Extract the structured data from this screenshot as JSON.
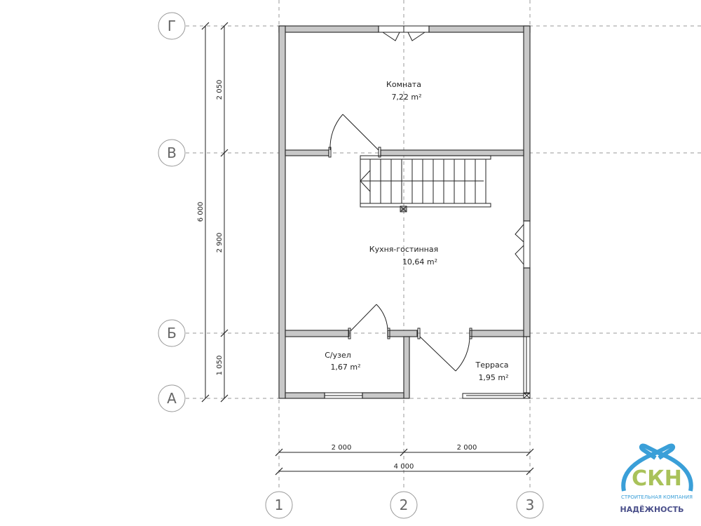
{
  "rooms": [
    {
      "name": "Комната",
      "area": "7,22 m²"
    },
    {
      "name": "Кухня-гостинная",
      "area": "10,64 m²"
    },
    {
      "name": "С/узел",
      "area": "1,67 m²"
    },
    {
      "name": "Терраса",
      "area": "1,95 m²"
    }
  ],
  "axes_letters": [
    "Г",
    "В",
    "Б",
    "А"
  ],
  "axes_numbers": [
    "1",
    "2",
    "3"
  ],
  "dimensions": {
    "vertical_total": "6 000",
    "vertical_segments": [
      "2 050",
      "2 900",
      "1 050"
    ],
    "horizontal_segments": [
      "2 000",
      "2 000"
    ],
    "horizontal_total": "4 000"
  },
  "logo": {
    "letters": "СКН",
    "line1": "СТРОИТЕЛЬНАЯ КОМПАНИЯ",
    "line2": "НАДЁЖНОСТЬ",
    "color_blue": "#3a9fd8",
    "color_green": "#a9c25a",
    "color_dark": "#4a4f8a"
  }
}
